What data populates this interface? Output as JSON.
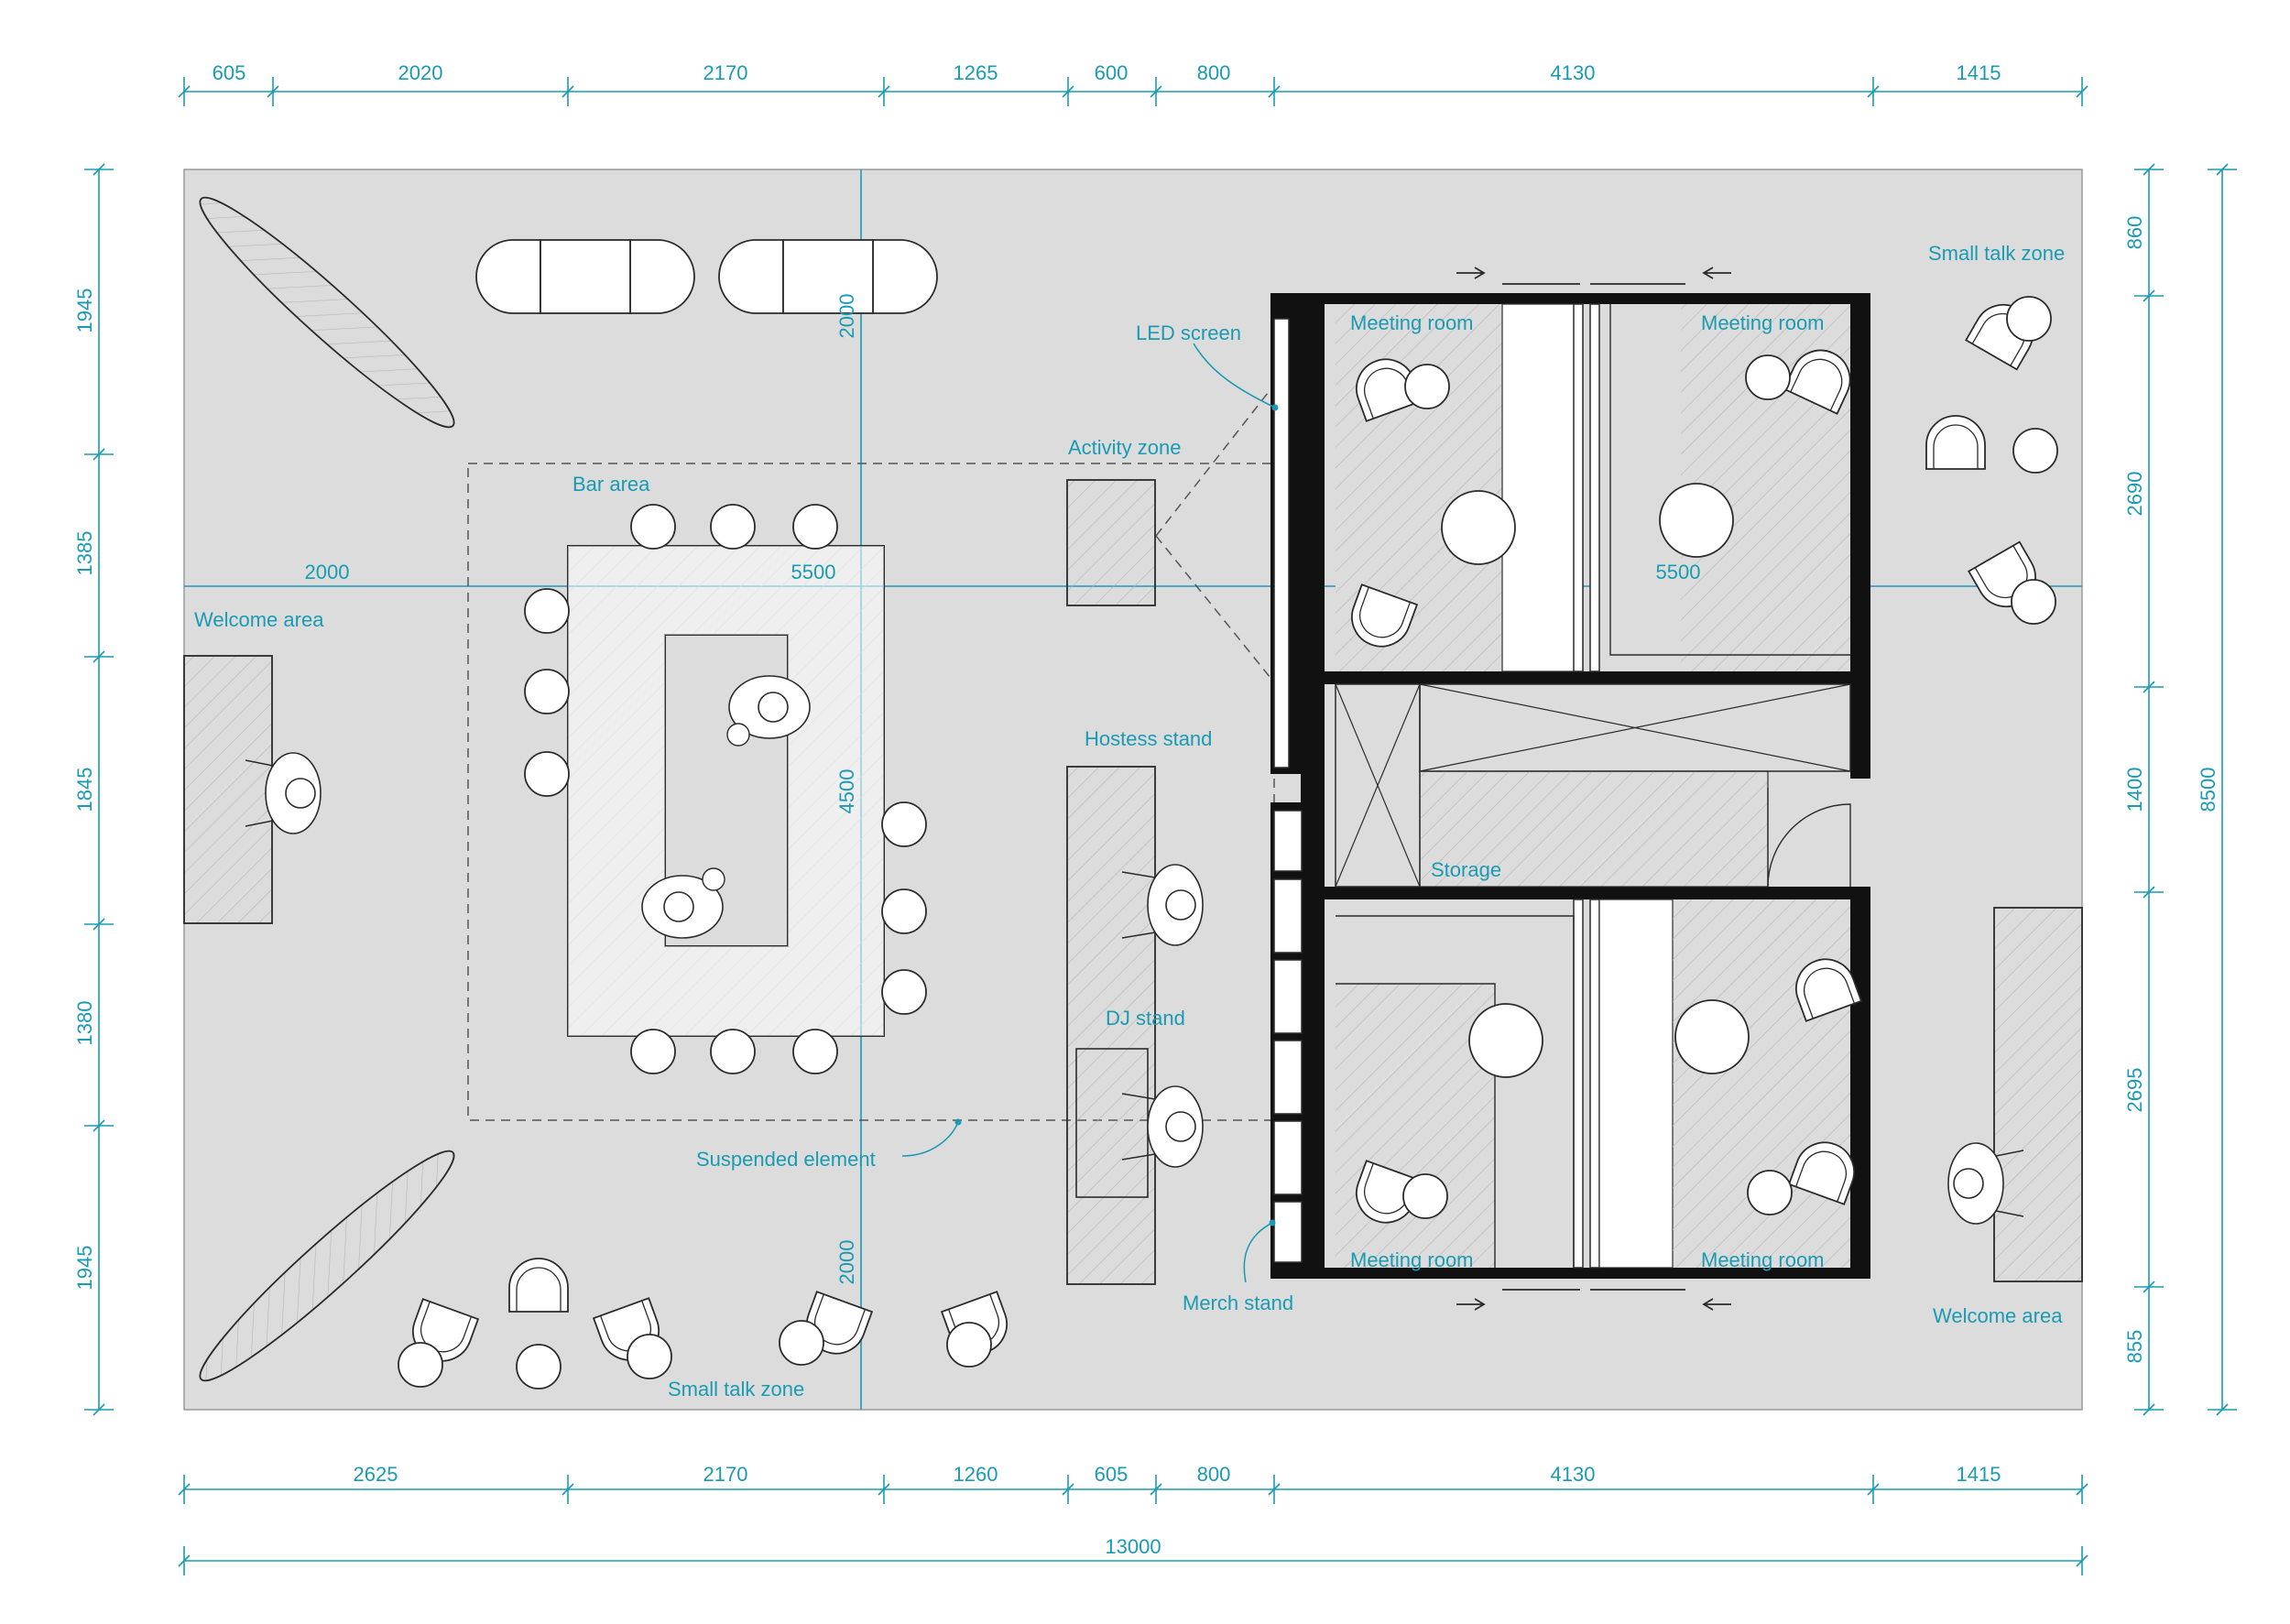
{
  "colors": {
    "floor": "#dcdcdc",
    "dimension": "#1a9bb3",
    "wall": "#111111",
    "furniture_stroke": "#2b2b2b",
    "hatch": "#b8b8b8"
  },
  "dims": {
    "top": [
      "605",
      "2020",
      "2170",
      "1265",
      "600",
      "800",
      "4130",
      "1415"
    ],
    "bottom": [
      "2625",
      "2170",
      "1260",
      "605",
      "800",
      "4130",
      "1415"
    ],
    "total_width": "13000",
    "left": [
      "1945",
      "1385",
      "1845",
      "1380",
      "1945"
    ],
    "right": [
      "860",
      "2690",
      "1400",
      "2695",
      "855"
    ],
    "total_height": "8500",
    "inner": {
      "bar_width": "5500",
      "bar_depth": "4500",
      "axis_top": "2000",
      "axis_bottom": "2000",
      "axis_left": "2000",
      "meeting_width": "5500"
    }
  },
  "labels": {
    "bar_area": "Bar area",
    "welcome_left": "Welcome area",
    "welcome_right": "Welcome area",
    "activity_zone": "Activity zone",
    "led_screen": "LED screen",
    "hostess_stand": "Hostess stand",
    "dj_stand": "DJ stand",
    "suspended_element": "Suspended element",
    "merch_stand": "Merch stand",
    "small_talk_top": "Small talk zone",
    "small_talk_bottom": "Small talk zone",
    "storage": "Storage",
    "meeting_tl": "Meeting room",
    "meeting_tr": "Meeting room",
    "meeting_bl": "Meeting room",
    "meeting_br": "Meeting room"
  },
  "icons": {
    "door_arrow": "arrow-icon",
    "chair": "chair-icon",
    "person": "person-icon"
  }
}
